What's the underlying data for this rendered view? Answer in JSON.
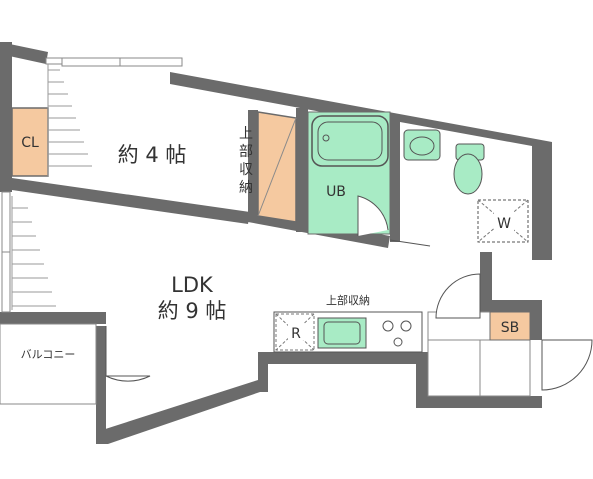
{
  "labels": {
    "cl": "CL",
    "room_4": "約 4 帖",
    "closet_upper": [
      "上",
      "部",
      "収",
      "納"
    ],
    "ub": "UB",
    "w": "W",
    "ldk_1": "LDK",
    "ldk_2": "約 9 帖",
    "kitchen_upper": "上部収納",
    "r": "R",
    "sb": "SB",
    "balcony": "バルコニー"
  },
  "colors": {
    "wall": "#6b6b6b",
    "closet": "#f5c9a0",
    "bath": "#a8ebc5",
    "line": "#8a8a8a"
  }
}
